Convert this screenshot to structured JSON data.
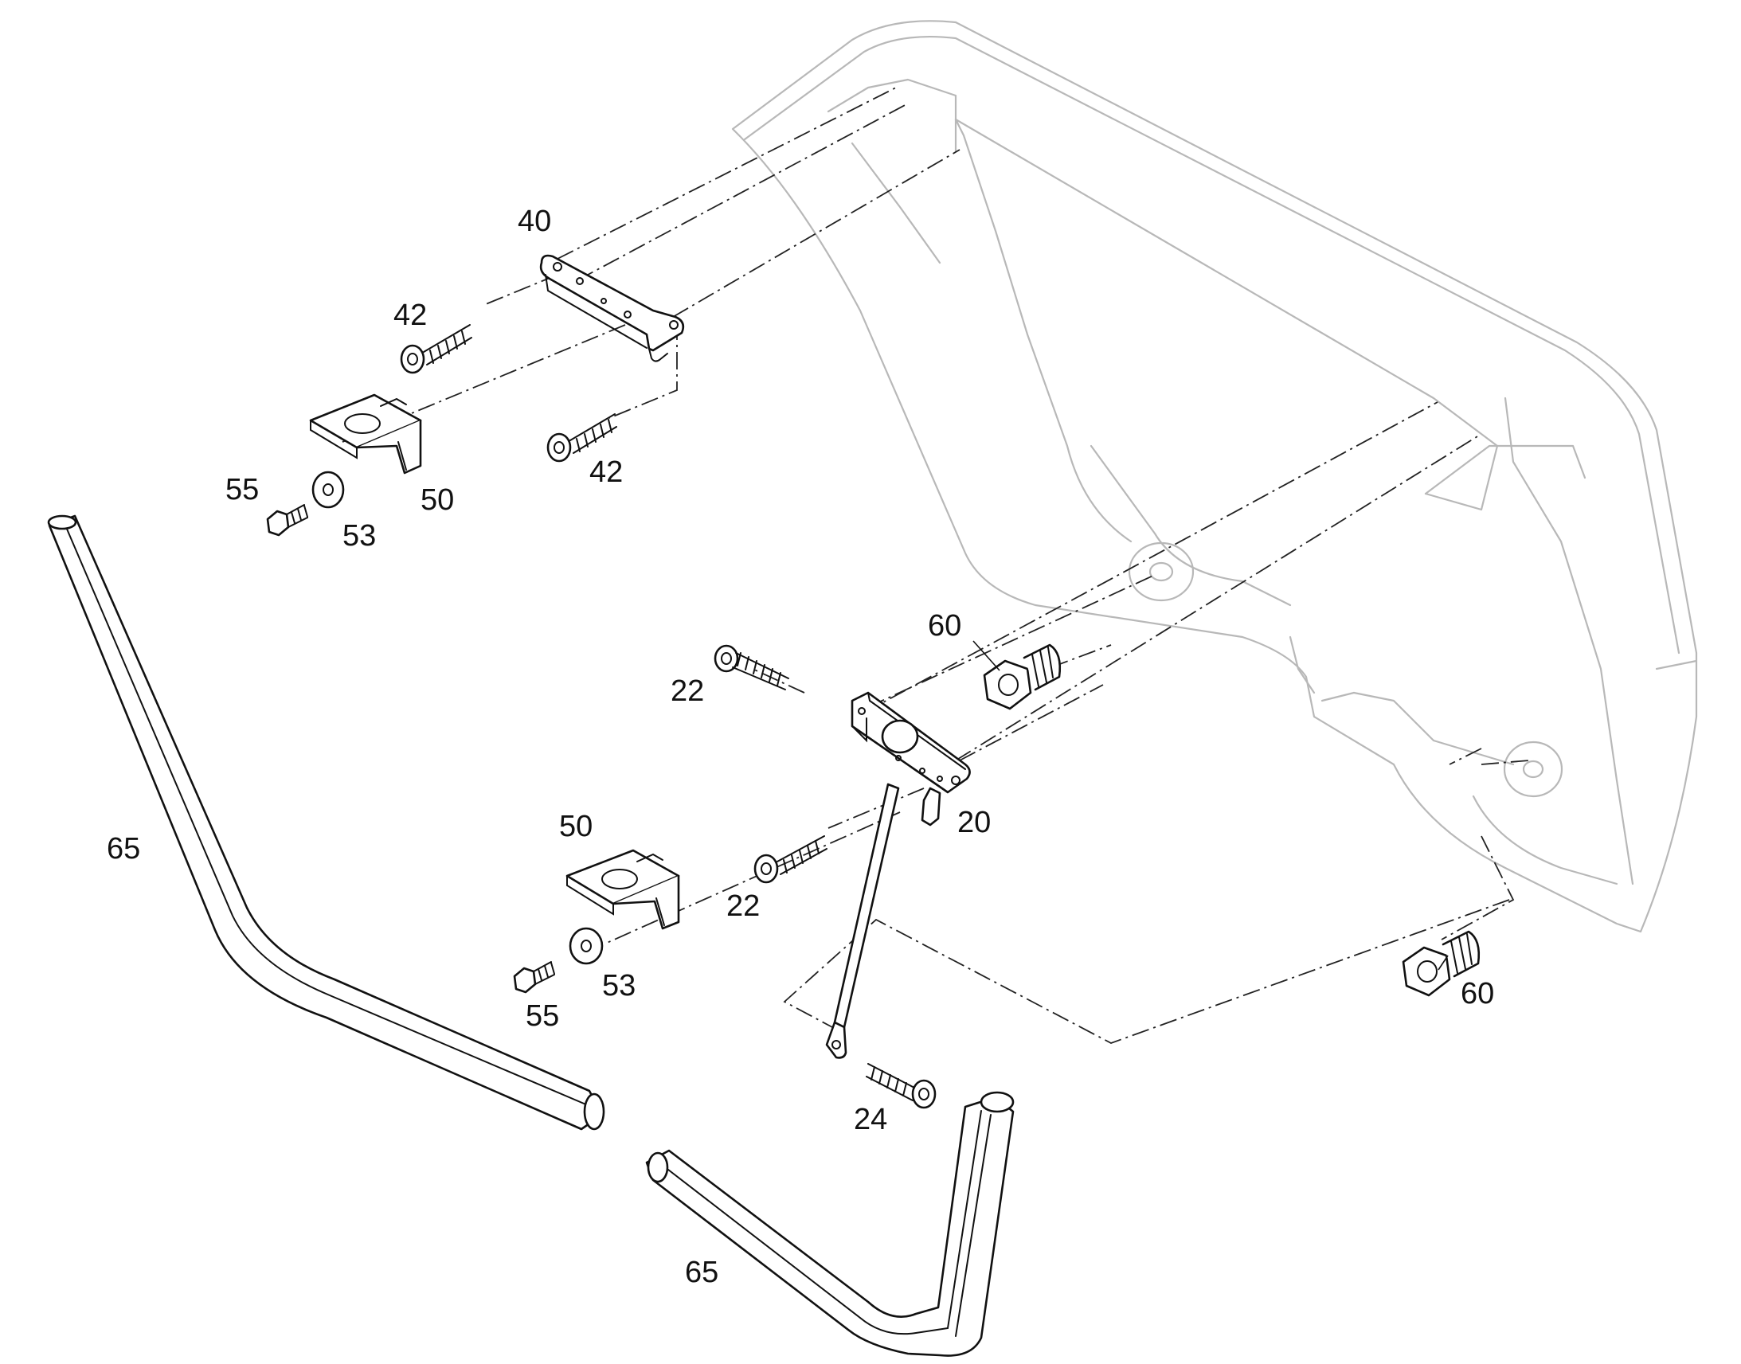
{
  "callouts": {
    "p40": "40",
    "p42_upper": "42",
    "p42_lower": "42",
    "p50_upper": "50",
    "p50_lower": "50",
    "p53_upper": "53",
    "p53_lower": "53",
    "p55_upper": "55",
    "p55_lower": "55",
    "p60_upper": "60",
    "p60_lower": "60",
    "p22_upper": "22",
    "p22_lower": "22",
    "p20": "20",
    "p24": "24",
    "p65_left": "65",
    "p65_bottom": "65"
  },
  "colors": {
    "line": "#111111",
    "ghost_outline": "#b8b8b8",
    "background": "#ffffff"
  }
}
